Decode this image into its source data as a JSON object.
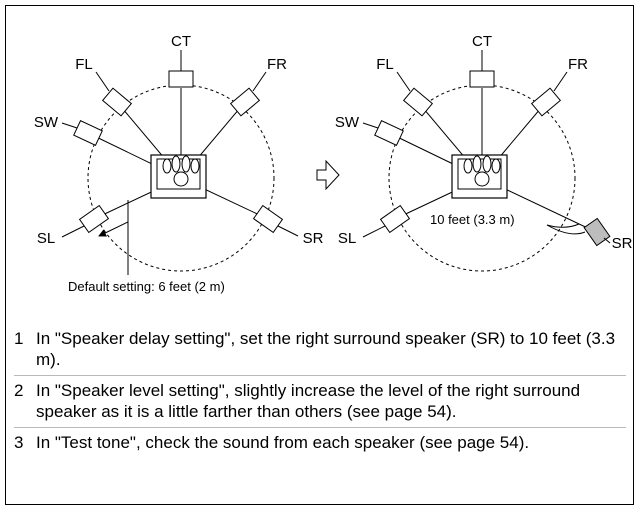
{
  "diagram": {
    "left": {
      "labels": {
        "ct": "CT",
        "fl": "FL",
        "fr": "FR",
        "sw": "SW",
        "sl": "SL",
        "sr": "SR"
      },
      "caption": "Default setting: 6 feet (2 m)"
    },
    "right": {
      "labels": {
        "ct": "CT",
        "fl": "FL",
        "fr": "FR",
        "sw": "SW",
        "sl": "SL",
        "sr": "SR"
      },
      "distance_label": "10 feet (3.3 m)"
    }
  },
  "steps": [
    {
      "number": "1",
      "text": "In \"Speaker delay setting\", set the right surround speaker (SR) to 10 feet (3.3 m)."
    },
    {
      "number": "2",
      "text": "In \"Speaker level setting\", slightly increase the level of the right surround speaker as it is a little farther than others (see page 54)."
    },
    {
      "number": "3",
      "text": "In \"Test tone\", check the sound from each speaker (see page 54)."
    }
  ]
}
